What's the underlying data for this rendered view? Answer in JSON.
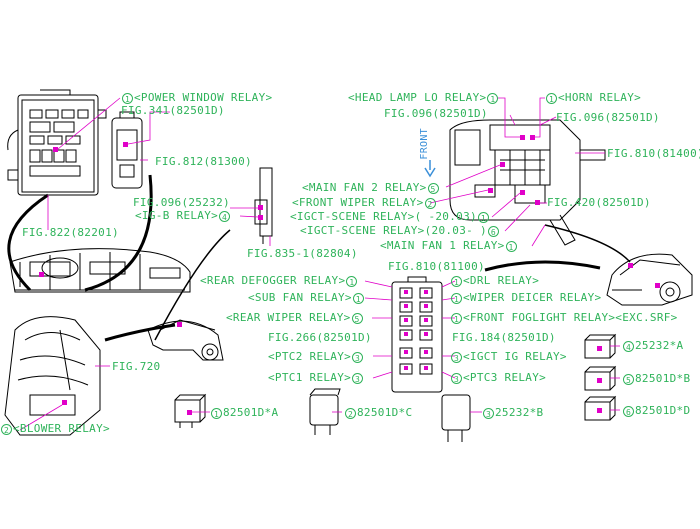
{
  "labels": {
    "power_window_relay": "<POWER WINDOW RELAY>",
    "fig341": "FIG.341(82501D)",
    "fig812": "FIG.812(81300)",
    "fig822": "FIG.822(82201)",
    "fig096_25232": "FIG.096(25232)",
    "ig_b_relay": "<IG-B RELAY>",
    "fig835": "FIG.835-1(82804)",
    "head_lamp_lo_relay": "<HEAD LAMP LO RELAY>",
    "horn_relay": "<HORN RELAY>",
    "fig096_l": "FIG.096(82501D)",
    "fig096_r": "FIG.096(82501D)",
    "front_arrow": "FRONT",
    "fig810_81400": "FIG.810(81400)",
    "main_fan2_relay": "<MAIN FAN 2 RELAY>",
    "front_wiper_relay": "<FRONT WIPER RELAY>",
    "igct_scene_1": "<IGCT-SCENE RELAY>(  -20.03)",
    "igct_scene_2": "<IGCT-SCENE RELAY>(20.03-  )",
    "fig420": "FIG.420(82501D)",
    "main_fan1_relay": "<MAIN FAN 1 RELAY>",
    "fig810_81100": "FIG.810(81100)",
    "rear_defogger_relay": "<REAR DEFOGGER RELAY>",
    "drl_relay": "<DRL RELAY>",
    "sub_fan_relay": "<SUB FAN RELAY>",
    "wiper_deicer_relay": "<WIPER DEICER RELAY>",
    "rear_wiper_relay": "<REAR WIPER RELAY>",
    "front_foglight_relay": "<FRONT FOGLIGHT RELAY><EXC.SRF>",
    "fig266": "FIG.266(82501D)",
    "fig184": "FIG.184(82501D)",
    "ptc2_relay": "<PTC2 RELAY>",
    "igct_ig_relay": "<IGCT IG RELAY>",
    "ptc1_relay": "<PTC1 RELAY>",
    "ptc3_relay": "<PTC3 RELAY>",
    "fig720": "FIG.720",
    "blower_relay": "<BLOWER  RELAY>",
    "part_82501d_a": "82501D*A",
    "part_82501d_c": "82501D*C",
    "part_25232_b": "25232*B",
    "part_25232_a": "25232*A",
    "part_82501d_b": "82501D*B",
    "part_82501d_d": "82501D*D"
  },
  "callouts": {
    "n1": "1",
    "n2": "2",
    "n3": "3",
    "n4": "4",
    "n5": "5",
    "n6": "6"
  },
  "colors": {
    "label": "#2fb35a",
    "marker": "#e000c8",
    "line": "#000000"
  }
}
